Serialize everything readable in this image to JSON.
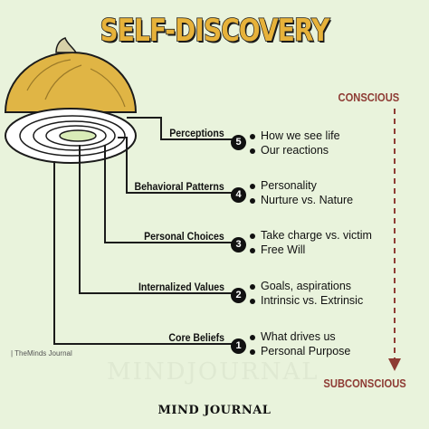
{
  "title": "SELF-DISCOVERY",
  "top_label": "CONSCIOUS",
  "bottom_label": "SUBCONSCIOUS",
  "colors": {
    "background": "#e9f3dc",
    "onion_yellow": "#e0b545",
    "accent_red": "#8e3b34",
    "ink": "#111111"
  },
  "levels": [
    {
      "number": "5",
      "label": "Perceptions",
      "items": [
        "How we see life",
        "Our reactions"
      ]
    },
    {
      "number": "4",
      "label": "Behavioral Patterns",
      "items": [
        "Personality",
        "Nurture vs. Nature"
      ]
    },
    {
      "number": "3",
      "label": "Personal Choices",
      "items": [
        "Take charge vs. victim",
        "Free Will"
      ]
    },
    {
      "number": "2",
      "label": "Internalized Values",
      "items": [
        "Goals, aspirations",
        "Intrinsic vs. Extrinsic"
      ]
    },
    {
      "number": "1",
      "label": "Core Beliefs",
      "items": [
        "What drives us",
        "Personal Purpose"
      ]
    }
  ],
  "brand_tag": "| TheMinds Journal",
  "watermark": "MINDJOURNAL",
  "footer": "MIND JOURNAL"
}
